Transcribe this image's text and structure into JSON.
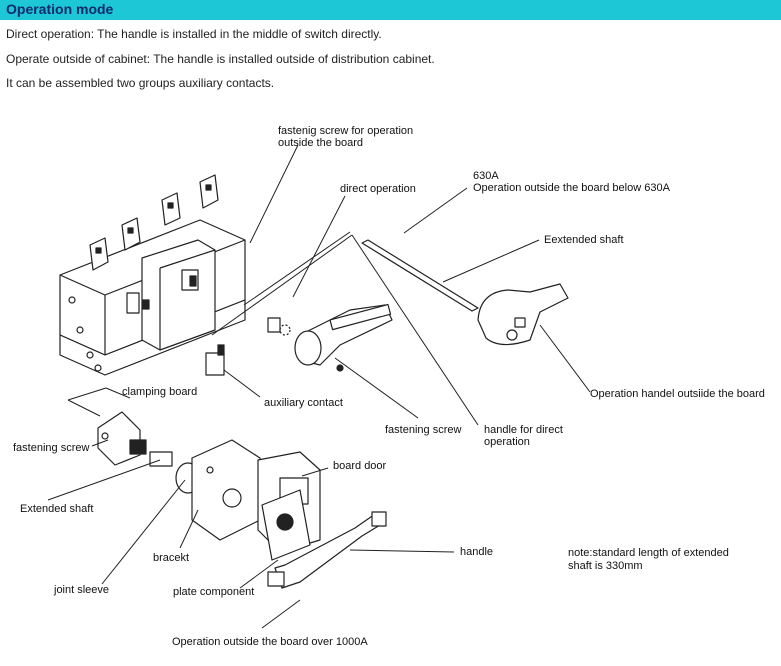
{
  "header": {
    "title": "Operation mode",
    "bg_color": "#1ec7d6",
    "title_color": "#0a2a6b"
  },
  "paragraphs": [
    "Direct operation: The handle is installed in the middle of switch directly.",
    "Operate outside of cabinet: The handle is installed outside of distribution cabinet.",
    "It can be assembled two groups auxiliary contacts."
  ],
  "labels": {
    "fastening_screw_outside_1": "fastenig screw for operation",
    "fastening_screw_outside_2": "outside the board",
    "direct_operation": "direct operation",
    "a630": "630A",
    "op_below_630": "Operation outside the board below 630A",
    "extended_shaft_top": "Eextended shaft",
    "op_handle_outside": "Operation handel outsiide the board",
    "clamping_board": "clamping board",
    "auxiliary_contact": "auxiliary contact",
    "fastening_screw_mid": "fastening screw",
    "handle_direct_1": "handle for direct",
    "handle_direct_2": "operation",
    "fastening_screw_left": "fastening screw",
    "board_door": "board door",
    "extended_shaft_left": "Extended shaft",
    "bracket": "bracekt",
    "handle": "handle",
    "note_1": "note:standard length of extended",
    "note_2": "shaft is 330mm",
    "joint_sleeve": "joint sleeve",
    "plate_component": "plate component",
    "op_over_1000": "Operation outside the board over 1000A"
  }
}
